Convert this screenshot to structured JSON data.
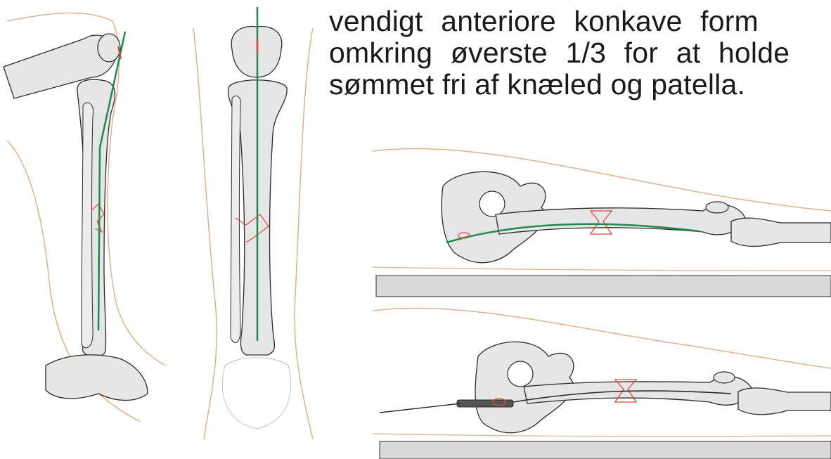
{
  "paragraph": {
    "lines": [
      "vendigt anteriore konkave form",
      "omkring øverste 1/3 for at holde",
      "sømmet fri af knæled og patella."
    ]
  },
  "colors": {
    "bone_fill": "#e6e6e6",
    "bone_stroke": "#2b2b2b",
    "skin_outline": "#e0b08c",
    "nail_guide": "#1f8a4c",
    "fracture": "#e2453a",
    "table": "#d9d9d9"
  },
  "icons": [
    "tibia-lateral-illustration",
    "tibia-ap-illustration",
    "femur-nail-guidewire-illustration",
    "femur-nail-inserted-illustration"
  ]
}
